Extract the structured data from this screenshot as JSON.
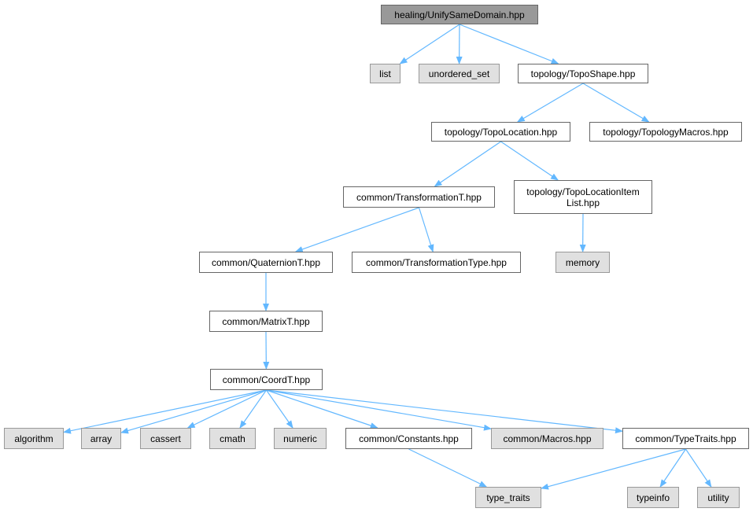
{
  "colors": {
    "edge": "#63b8ff",
    "node_border": "#666666",
    "system_fill": "#e0e0e0",
    "root_fill": "#999999"
  },
  "nodes": {
    "root": "healing/UnifySameDomain.hpp",
    "list": "list",
    "unordered_set": "unordered_set",
    "toposhape": "topology/TopoShape.hpp",
    "topolocation": "topology/TopoLocation.hpp",
    "topologymacros": "topology/TopologyMacros.hpp",
    "transformationt": "common/TransformationT.hpp",
    "topolocationitemlist": "topology/TopoLocationItem List.hpp",
    "quaterniont": "common/QuaternionT.hpp",
    "transformationtype": "common/TransformationType.hpp",
    "memory": "memory",
    "matrixt": "common/MatrixT.hpp",
    "coordt": "common/CoordT.hpp",
    "algorithm": "algorithm",
    "array": "array",
    "cassert": "cassert",
    "cmath": "cmath",
    "numeric": "numeric",
    "constants": "common/Constants.hpp",
    "macros": "common/Macros.hpp",
    "typetraits": "common/TypeTraits.hpp",
    "type_traits": "type_traits",
    "typeinfo": "typeinfo",
    "utility": "utility"
  },
  "edges": [
    [
      "root",
      "list"
    ],
    [
      "root",
      "unordered_set"
    ],
    [
      "root",
      "toposhape"
    ],
    [
      "toposhape",
      "topolocation"
    ],
    [
      "toposhape",
      "topologymacros"
    ],
    [
      "topolocation",
      "transformationt"
    ],
    [
      "topolocation",
      "topolocationitemlist"
    ],
    [
      "transformationt",
      "quaterniont"
    ],
    [
      "transformationt",
      "transformationtype"
    ],
    [
      "topolocationitemlist",
      "memory"
    ],
    [
      "quaterniont",
      "matrixt"
    ],
    [
      "matrixt",
      "coordt"
    ],
    [
      "coordt",
      "algorithm"
    ],
    [
      "coordt",
      "array"
    ],
    [
      "coordt",
      "cassert"
    ],
    [
      "coordt",
      "cmath"
    ],
    [
      "coordt",
      "numeric"
    ],
    [
      "coordt",
      "constants"
    ],
    [
      "coordt",
      "macros"
    ],
    [
      "coordt",
      "typetraits"
    ],
    [
      "constants",
      "type_traits"
    ],
    [
      "typetraits",
      "type_traits"
    ],
    [
      "typetraits",
      "typeinfo"
    ],
    [
      "typetraits",
      "utility"
    ]
  ]
}
